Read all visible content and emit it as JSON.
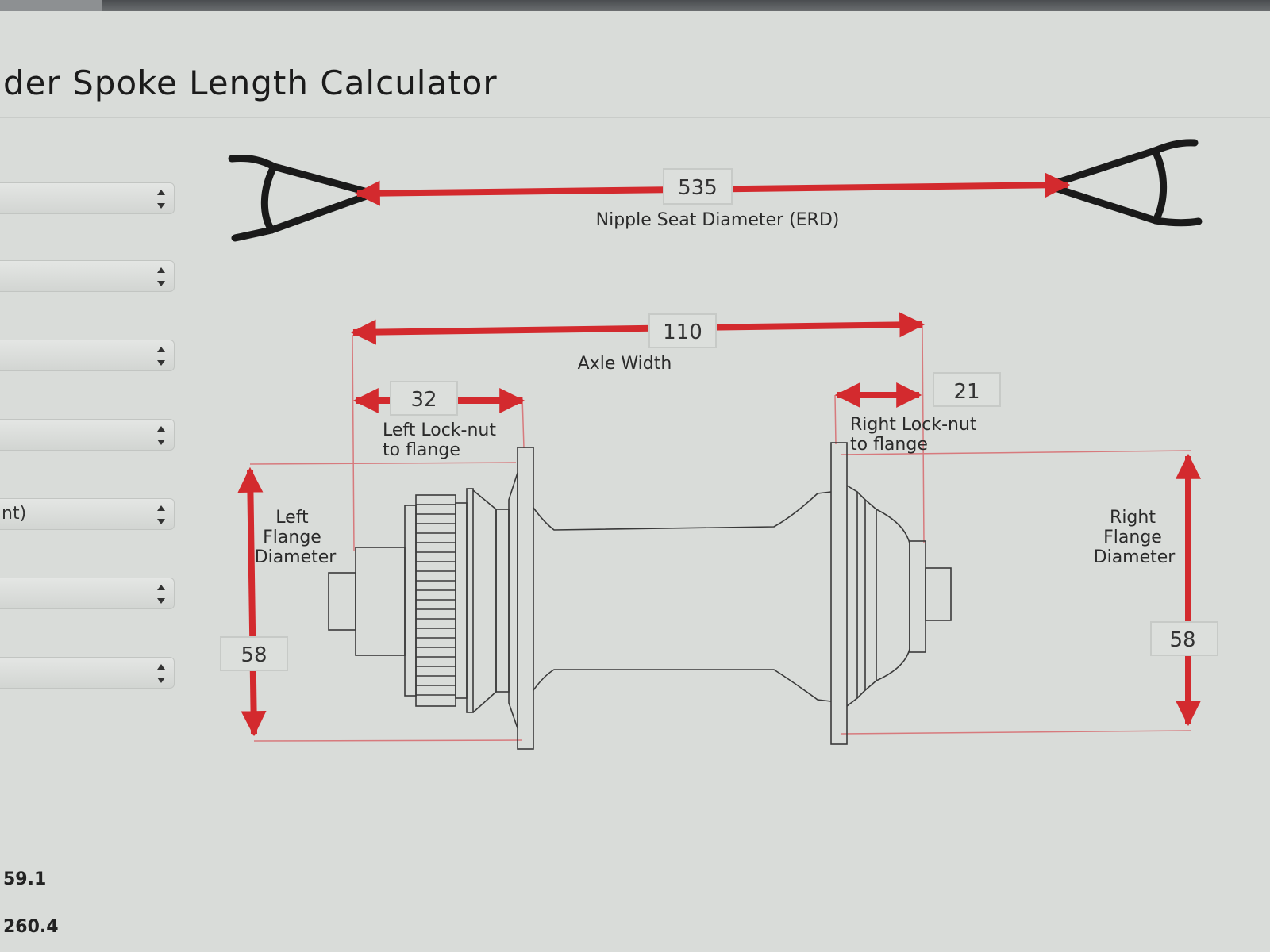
{
  "page": {
    "title": "der Spoke Length Calculator"
  },
  "sidebar": {
    "selects": [
      {
        "value": ""
      },
      {
        "value": ""
      },
      {
        "value": ""
      },
      {
        "value": ""
      },
      {
        "value": "nt)"
      },
      {
        "value": ""
      },
      {
        "value": ""
      }
    ]
  },
  "results": {
    "left": "59.1",
    "right": "260.4"
  },
  "diagram": {
    "erd": {
      "value": "535",
      "label": "Nipple Seat Diameter (ERD)"
    },
    "axle_width": {
      "value": "110",
      "label": "Axle Width"
    },
    "left_locknut": {
      "value": "32",
      "label_line1": "Left Lock-nut",
      "label_line2": "to flange"
    },
    "right_locknut": {
      "value": "21",
      "label_line1": "Right Lock-nut",
      "label_line2": "to flange"
    },
    "left_flange": {
      "value": "58",
      "label_line1": "Left",
      "label_line2": "Flange",
      "label_line3": "Diameter"
    },
    "right_flange": {
      "value": "58",
      "label_line1": "Right",
      "label_line2": "Flange",
      "label_line3": "Diameter"
    }
  },
  "colors": {
    "arrow": "#d32a2e",
    "guide": "#d77a7d",
    "rim": "#1a1a1a",
    "hub_line": "#3a3a3a"
  }
}
